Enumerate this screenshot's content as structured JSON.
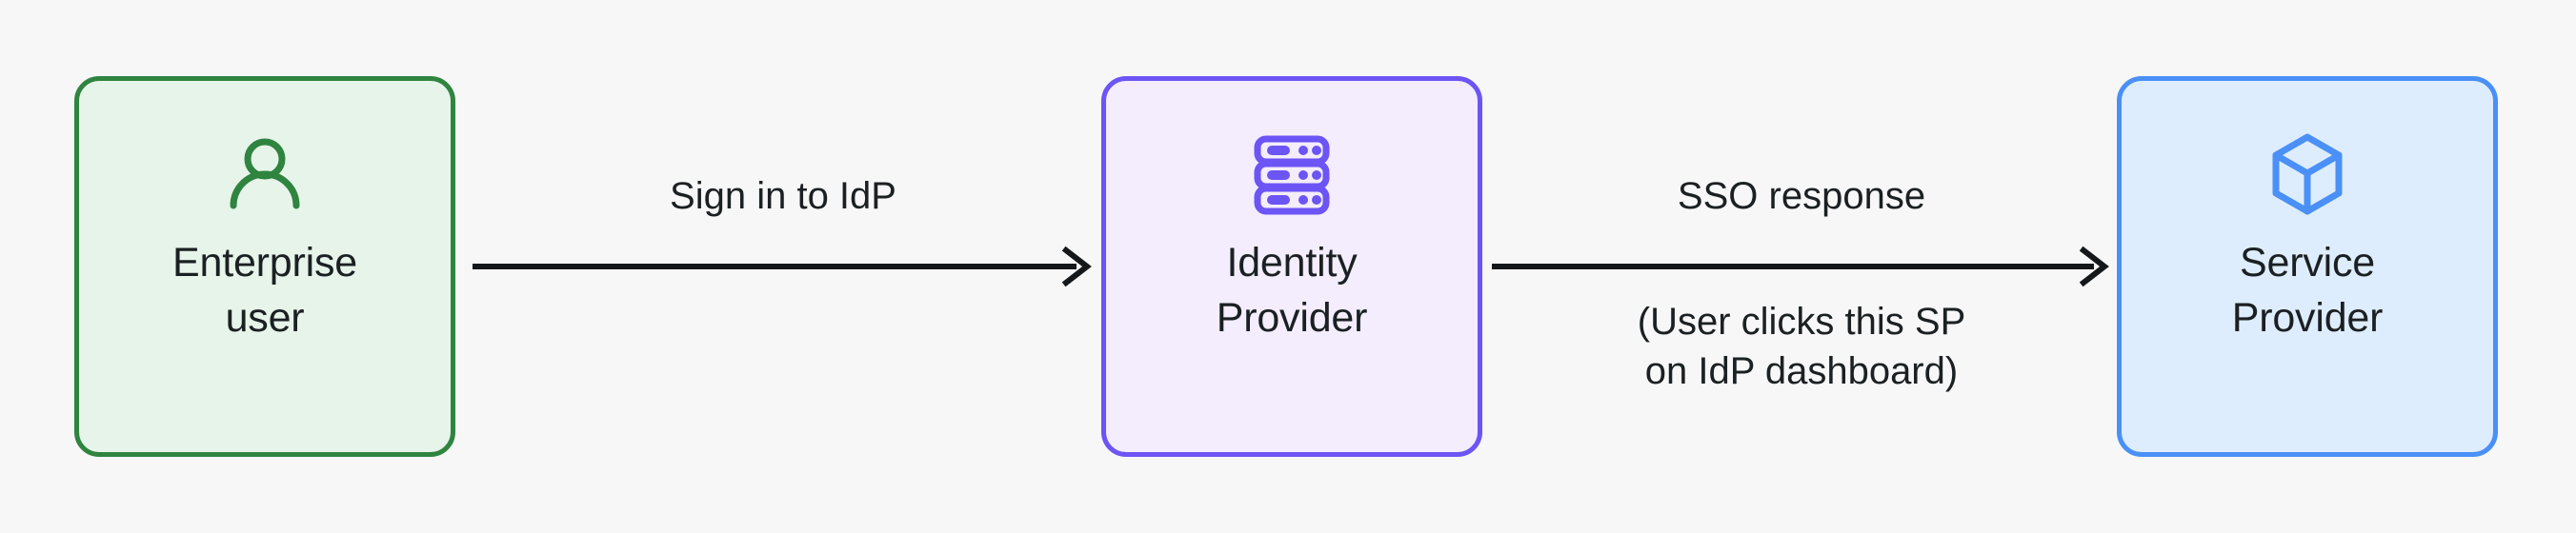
{
  "diagram": {
    "background_color": "#f7f7f7",
    "text_color": "#1b2022",
    "nodes": [
      {
        "id": "enterprise-user",
        "label": "Enterprise\nuser",
        "icon": "person-icon",
        "border_color": "#2f8440",
        "fill_color": "#e7f4ea",
        "icon_color": "#2f8440"
      },
      {
        "id": "identity-provider",
        "label": "Identity\nProvider",
        "icon": "server-icon",
        "border_color": "#6c54f5",
        "fill_color": "#f3edfd",
        "icon_color": "#6c54f5"
      },
      {
        "id": "service-provider",
        "label": "Service\nProvider",
        "icon": "cube-icon",
        "border_color": "#4a90f7",
        "fill_color": "#deedfd",
        "icon_color": "#4a90f7"
      }
    ],
    "arrows": [
      {
        "id": "arrow-user-to-idp",
        "from": "enterprise-user",
        "to": "identity-provider",
        "label_above": "Sign in to IdP",
        "label_below": "",
        "color": "#14181a",
        "direction": "right"
      },
      {
        "id": "arrow-idp-to-sp",
        "from": "identity-provider",
        "to": "service-provider",
        "label_above": "SSO response",
        "label_below": "(User clicks this SP\non IdP dashboard)",
        "color": "#14181a",
        "direction": "right"
      }
    ]
  }
}
